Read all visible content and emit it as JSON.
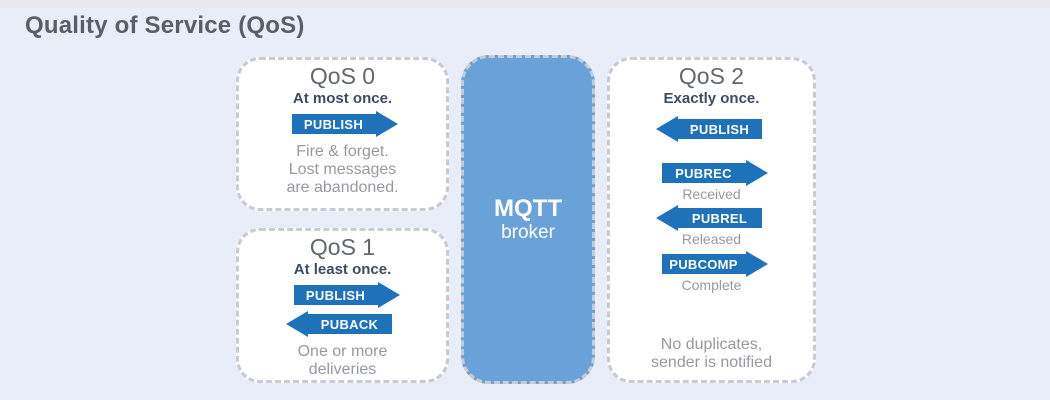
{
  "page": {
    "title": "Quality of Service (QoS)"
  },
  "colors": {
    "page_bg": "#e8edf8",
    "strip": "#e6e8eb",
    "box_bg": "#ffffff",
    "border": "#c8cbd1",
    "arrow": "#1e72b9",
    "arrow_label": "#ffffff",
    "broker_fill": "#69a2d9",
    "title_text": "#566069",
    "heading_text": "#63676c",
    "subtitle_text": "#3d4c62",
    "body_text": "#97999e"
  },
  "broker": {
    "name": "MQTT",
    "role": "broker"
  },
  "qos0": {
    "title": "QoS 0",
    "subtitle": "At most once.",
    "arrows": [
      {
        "label": "PUBLISH",
        "direction": "right"
      }
    ],
    "description": [
      "Fire & forget.",
      "Lost messages",
      "are abandoned."
    ]
  },
  "qos1": {
    "title": "QoS 1",
    "subtitle": "At least once.",
    "arrows": [
      {
        "label": "PUBLISH",
        "direction": "right"
      },
      {
        "label": "PUBACK",
        "direction": "left"
      }
    ],
    "description": [
      "One or more",
      "deliveries"
    ]
  },
  "qos2": {
    "title": "QoS 2",
    "subtitle": "Exactly once.",
    "arrows": [
      {
        "label": "PUBLISH",
        "direction": "left",
        "note": ""
      },
      {
        "label": "PUBREC",
        "direction": "right",
        "note": "Received"
      },
      {
        "label": "PUBREL",
        "direction": "left",
        "note": "Released"
      },
      {
        "label": "PUBCOMP",
        "direction": "right",
        "note": "Complete"
      }
    ],
    "description": [
      "No duplicates,",
      "sender is notified"
    ]
  }
}
